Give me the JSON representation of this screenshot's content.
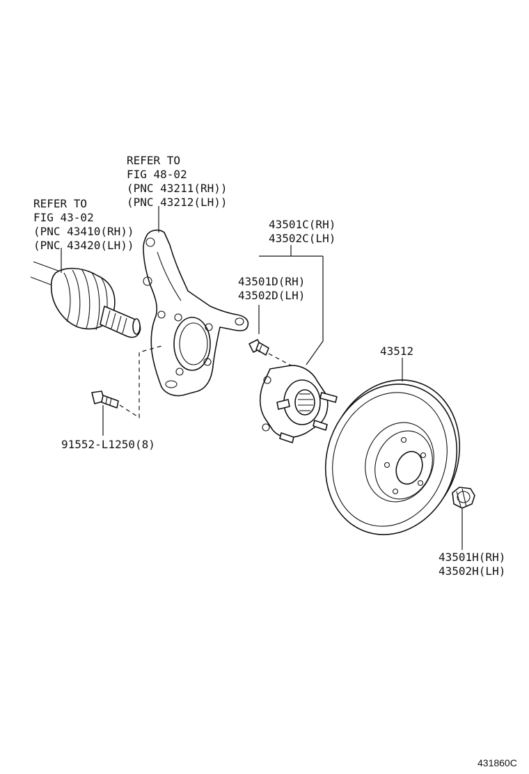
{
  "labels": {
    "refer_fig_48": [
      "REFER TO",
      "FIG 48-02",
      "(PNC 43211(RH))",
      "(PNC 43212(LH))"
    ],
    "refer_fig_43": [
      "REFER TO",
      "FIG 43-02",
      "(PNC 43410(RH))",
      "(PNC 43420(LH))"
    ],
    "hub_assy": [
      "43501C(RH)",
      "43502C(LH)"
    ],
    "hub_bolt": [
      "43501D(RH)",
      "43502D(LH)"
    ],
    "disc": "43512",
    "knuckle_bolt": "91552-L1250(8)",
    "hub_nut": [
      "43501H(RH)",
      "43502H(LH)"
    ],
    "figure_id": "431860C"
  }
}
